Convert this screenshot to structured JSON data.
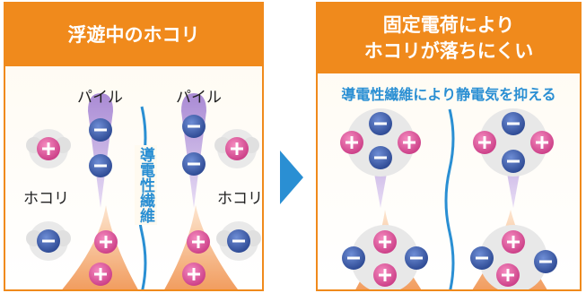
{
  "left_panel": {
    "title": "浮遊中のホコリ",
    "pile_left": "パイル",
    "pile_right": "パイル",
    "dust_left": "ホコリ",
    "dust_right": "ホコリ",
    "fiber": "導電性繊維"
  },
  "right_panel": {
    "title_line1": "固定電荷により",
    "title_line2": "ホコリが落ちにくい",
    "subtitle": "導電性繊維により静電気を抑える"
  },
  "colors": {
    "orange": "#f08a1c",
    "blue": "#2a8fd3",
    "negative": "#3b5ca8",
    "positive": "#e0539a",
    "pile": "#b69ad8",
    "cone": "#f3a56a"
  },
  "symbols": {
    "plus": "+",
    "minus": "−"
  }
}
